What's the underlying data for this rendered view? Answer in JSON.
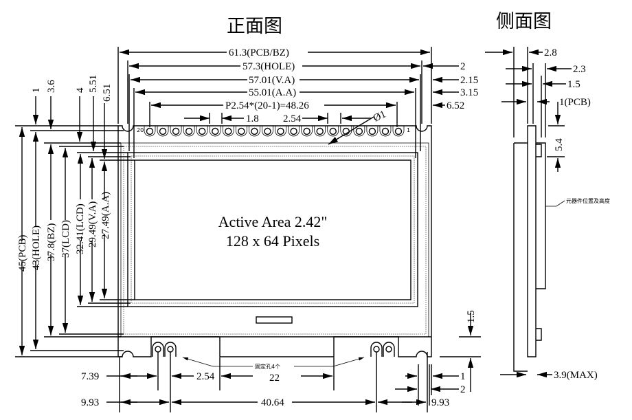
{
  "titles": {
    "front": "正面图",
    "side": "侧面图"
  },
  "center": {
    "line1": "Active Area 2.42\"",
    "line2": "128 x 64 Pixels"
  },
  "top_dims": {
    "pcb": "61.3(PCB/BZ)",
    "hole": "57.3(HOLE)",
    "va": "57.01(V.A)",
    "aa": "55.01(A.A)",
    "pitch": "P2.54*(20-1)=48.26",
    "pin_w": "1.8",
    "pin_pitch": "2.54",
    "pin_dia": "Ø1",
    "r_hole": "2",
    "r_va": "2.15",
    "r_aa": "3.15",
    "r_pin": "6.52"
  },
  "left_dims": {
    "t1": "1",
    "t2": "3.6",
    "t3": "4",
    "t4": "5.51",
    "t5": "6.51",
    "pcb": "45(PCB)",
    "hole": "43(HOLE)",
    "bz": "37.8(BZ)",
    "lcd": "37(LCD)",
    "lcd2": "32.41(LCD)",
    "va": "29.49(V.A)",
    "aa": "27.49(A.A)"
  },
  "pins": {
    "first": "20",
    "last": "1",
    "count": 20
  },
  "bottom_dims": {
    "l1": "7.39",
    "hp": "2.54",
    "mid": "22",
    "l2": "9.93",
    "span": "40.64",
    "r2": "9.93",
    "r1": "1",
    "r3": "2",
    "edge": "1.5",
    "holes_note": "固定孔4个"
  },
  "side_dims": {
    "d1": "2.8",
    "d2": "2.3",
    "d3": "1.5",
    "d4": "1(PCB)",
    "d5": "5.4",
    "max": "3.9(MAX)",
    "note": "元器件位置及高度"
  }
}
